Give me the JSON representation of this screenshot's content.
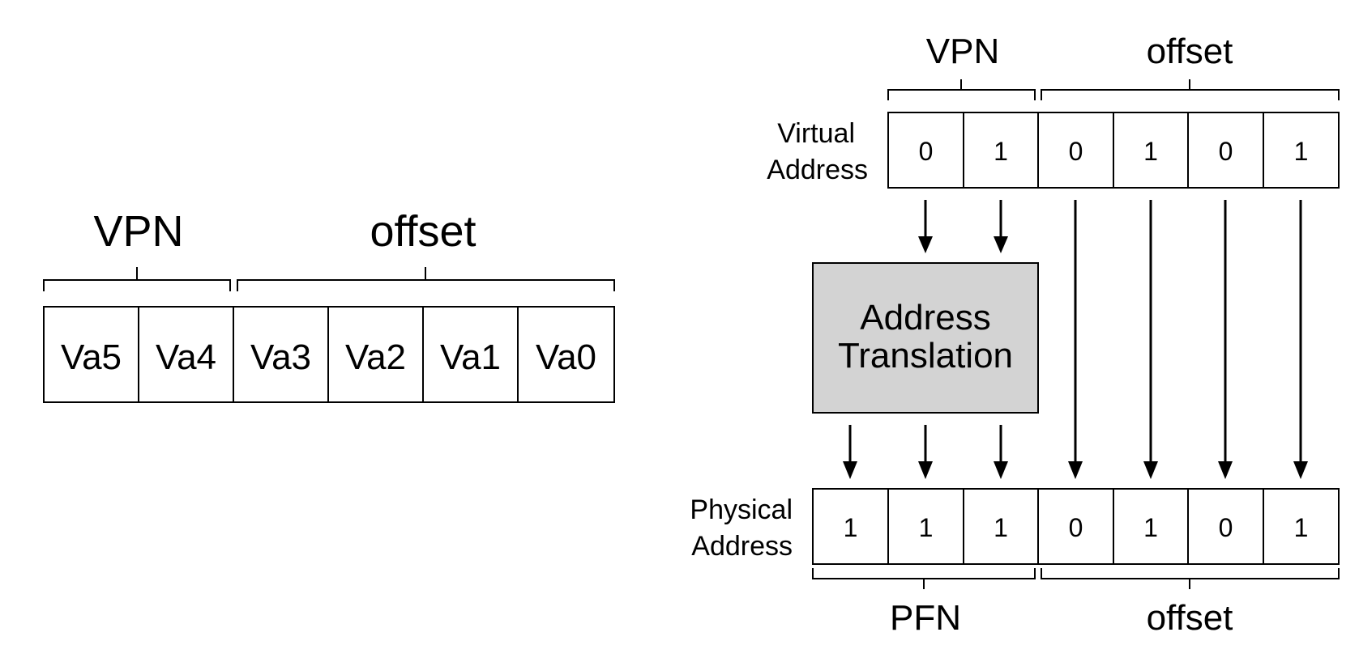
{
  "left_diagram": {
    "vpn_label": "VPN",
    "offset_label": "offset",
    "bits": [
      "Va5",
      "Va4",
      "Va3",
      "Va2",
      "Va1",
      "Va0"
    ]
  },
  "right_diagram": {
    "vpn_label": "VPN",
    "offset_top_label": "offset",
    "virtual_address_label": [
      "Virtual",
      "Address"
    ],
    "virtual_bits": [
      "0",
      "1",
      "0",
      "1",
      "0",
      "1"
    ],
    "translation_label": [
      "Address",
      "Translation"
    ],
    "physical_address_label": [
      "Physical",
      "Address"
    ],
    "physical_bits": [
      "1",
      "1",
      "1",
      "0",
      "1",
      "0",
      "1"
    ],
    "pfn_label": "PFN",
    "offset_bottom_label": "offset"
  }
}
